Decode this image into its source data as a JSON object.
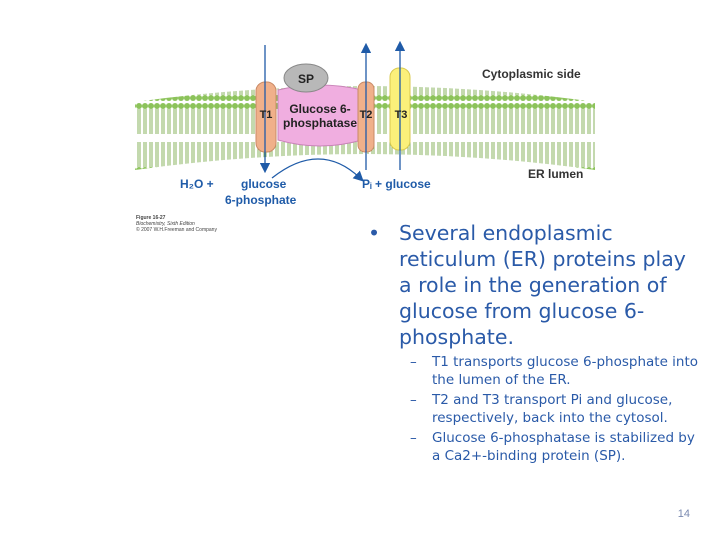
{
  "figure": {
    "labels": {
      "sp": "SP",
      "enzyme_line1": "Glucose 6-",
      "enzyme_line2": "phosphatase",
      "t1": "T1",
      "t2": "T2",
      "t3": "T3",
      "cytoplasmic_side": "Cytoplasmic side",
      "er_lumen": "ER lumen",
      "h2o_plus": "H₂O +",
      "glucose": "glucose",
      "six_phosphate": "6-phosphate",
      "pi_glucose": "Pᵢ + glucose"
    },
    "caption": {
      "figure_number": "Figure 16-27",
      "book": "Biochemistry, Sixth Edition",
      "copyright": "© 2007 W.H.Freeman and Company"
    },
    "colors": {
      "membrane": "#8cc35a",
      "enzyme": "#f0aee0",
      "sp": "#b8b8b8",
      "t1_t2": "#f0b08a",
      "t3": "#fbf07a",
      "arrow": "#1f5ba8"
    }
  },
  "bullets": {
    "main": "Several endoplasmic reticulum (ER) proteins play a role in the generation of glucose from glucose 6-phosphate.",
    "subs": [
      "T1 transports glucose 6-phosphate into the lumen of the ER.",
      "T2 and T3 transport Pi and glucose, respectively, back into the cytosol.",
      "Glucose 6-phosphatase is stabilized by a Ca2+-binding protein (SP)."
    ]
  },
  "page_number": "14"
}
